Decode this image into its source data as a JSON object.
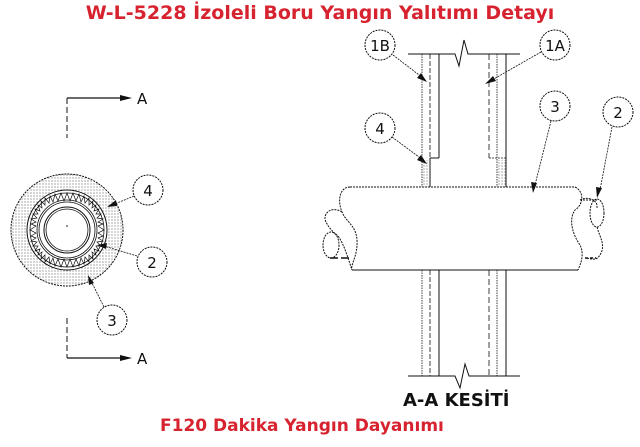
{
  "title": "W-L-5228 İzoleli Boru Yangın Yalıtımı Detayı",
  "subtitle": "F120 Dakika Yangın Dayanımı",
  "section_label": "A-A KESİTİ",
  "colors": {
    "title_red": "#d7232f",
    "line": "#111111"
  },
  "plan_view": {
    "section_marker_top": "A",
    "section_marker_bottom": "A",
    "callouts": [
      "4",
      "2",
      "3"
    ]
  },
  "section_view": {
    "callouts": [
      "1B",
      "1A",
      "4",
      "3",
      "2"
    ]
  }
}
